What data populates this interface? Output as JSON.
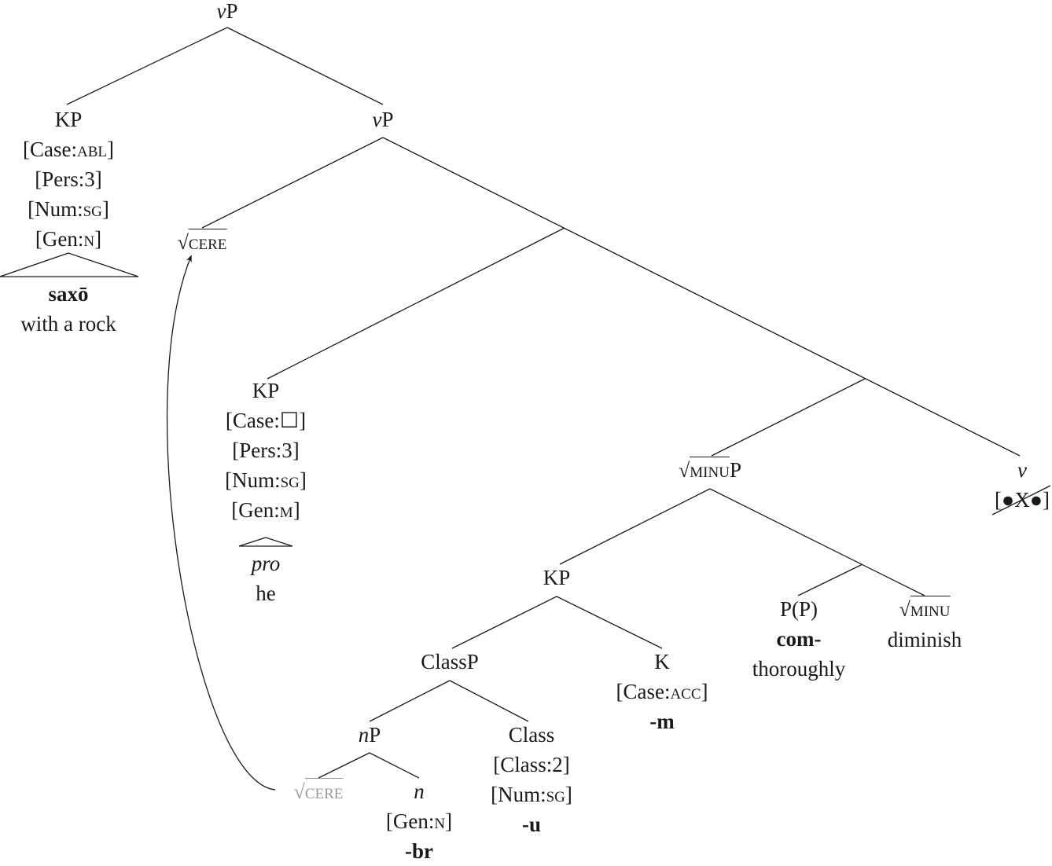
{
  "nodes": [
    {
      "id": "root",
      "lines": [
        {
          "type": "label",
          "it": "v",
          "rm": "P"
        }
      ]
    },
    {
      "id": "kp1",
      "lines": [
        {
          "type": "label",
          "rm": "KP"
        },
        {
          "type": "feature",
          "feat": "Case",
          "val": "abl"
        },
        {
          "type": "feature",
          "feat": "Pers",
          "plain": "3"
        },
        {
          "type": "feature",
          "feat": "Num",
          "val": "sg"
        },
        {
          "type": "feature",
          "feat": "Gen",
          "val": "n"
        }
      ]
    },
    {
      "id": "leaf1",
      "lines": [
        {
          "type": "bold",
          "text": "saxō"
        },
        {
          "type": "text",
          "text": "with a rock"
        }
      ]
    },
    {
      "id": "vp2",
      "lines": [
        {
          "type": "label",
          "it": "v",
          "rm": "P"
        }
      ]
    },
    {
      "id": "cere1",
      "lines": [
        {
          "type": "label",
          "root": "cere"
        }
      ]
    },
    {
      "id": "kp2",
      "lines": [
        {
          "type": "label",
          "rm": "KP"
        },
        {
          "type": "feature",
          "feat": "Case",
          "plain": "☐"
        },
        {
          "type": "feature",
          "feat": "Pers",
          "plain": "3"
        },
        {
          "type": "feature",
          "feat": "Num",
          "val": "sg"
        },
        {
          "type": "feature",
          "feat": "Gen",
          "val": "m"
        }
      ]
    },
    {
      "id": "leaf2",
      "lines": [
        {
          "type": "italic",
          "text": "pro"
        },
        {
          "type": "text",
          "text": "he"
        }
      ]
    },
    {
      "id": "minup",
      "lines": [
        {
          "type": "label",
          "root": "minu",
          "rm": "P"
        }
      ]
    },
    {
      "id": "v",
      "lines": [
        {
          "type": "label",
          "it": "v"
        },
        {
          "type": "text",
          "text": "[●X●]"
        }
      ]
    },
    {
      "id": "kp3",
      "lines": [
        {
          "type": "label",
          "rm": "KP"
        }
      ]
    },
    {
      "id": "pp",
      "lines": [
        {
          "type": "label",
          "rm": "P(P)"
        },
        {
          "type": "bold",
          "text": "com-"
        },
        {
          "type": "text",
          "text": "thoroughly"
        }
      ]
    },
    {
      "id": "minu",
      "lines": [
        {
          "type": "label",
          "root": "minu"
        },
        {
          "type": "text",
          "text": "diminish"
        }
      ]
    },
    {
      "id": "classp",
      "lines": [
        {
          "type": "label",
          "rm": "ClassP"
        }
      ]
    },
    {
      "id": "k",
      "lines": [
        {
          "type": "label",
          "rm": "K"
        },
        {
          "type": "feature",
          "feat": "Case",
          "val": "acc"
        },
        {
          "type": "bold",
          "text": "-m"
        }
      ]
    },
    {
      "id": "np",
      "lines": [
        {
          "type": "label",
          "it": "n",
          "rm": "P"
        }
      ]
    },
    {
      "id": "class",
      "lines": [
        {
          "type": "label",
          "rm": "Class"
        },
        {
          "type": "feature",
          "feat": "Class",
          "plain": "2"
        },
        {
          "type": "feature",
          "feat": "Num",
          "val": "sg"
        },
        {
          "type": "bold",
          "text": "-u"
        }
      ]
    },
    {
      "id": "cere2",
      "muted": true,
      "lines": [
        {
          "type": "label",
          "root": "cere"
        }
      ]
    },
    {
      "id": "n",
      "lines": [
        {
          "type": "label",
          "it": "n"
        },
        {
          "type": "feature",
          "feat": "Gen",
          "val": "n"
        },
        {
          "type": "bold",
          "text": "-br"
        }
      ]
    }
  ],
  "colors": {
    "ink": "#1a1a1a",
    "trace": "#999999"
  }
}
